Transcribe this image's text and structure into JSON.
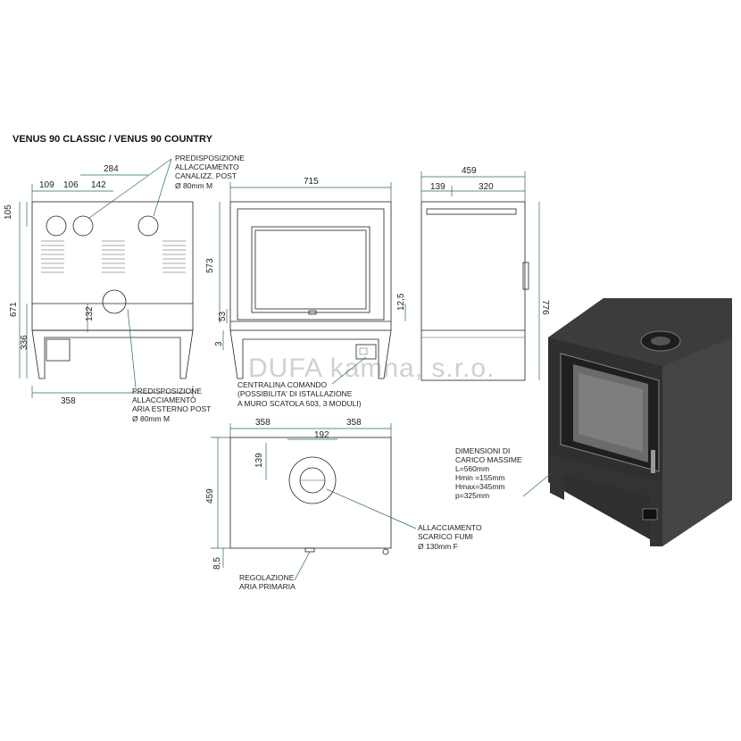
{
  "title": "VENUS 90 CLASSIC / VENUS 90 COUNTRY",
  "watermark": "DUFA kamna, s.r.o.",
  "colors": {
    "line": "#222222",
    "dimension": "#2c6a55",
    "stove_body": "#3a3a3a",
    "glass": "#6b6b6b"
  },
  "back_view": {
    "dims": {
      "d109": "109",
      "d106": "106",
      "d142": "142",
      "d284": "284",
      "d105": "105",
      "d671": "671",
      "d336": "336",
      "d132": "132",
      "d358": "358"
    },
    "note_top": [
      "PREDISPOSIZIONE",
      "ALLACCIAMENTO",
      "CANALIZZ. POST",
      "Ø 80mm M"
    ],
    "note_bottom": [
      "PREDISPOSIZIONE",
      "ALLACCIAMENTO",
      "ARIA ESTERNO POST",
      "Ø 80mm M"
    ]
  },
  "front_view": {
    "dims": {
      "d715": "715",
      "d573": "573",
      "d53": "53",
      "d3": "3",
      "d12_5": "12,5"
    },
    "note": [
      "CENTRALINA COMANDO",
      "(POSSIBILITA' DI ISTALLAZIONE",
      "A MURO SCATOLA 503, 3 MODULI)"
    ]
  },
  "side_view": {
    "dims": {
      "d459": "459",
      "d139": "139",
      "d320": "320",
      "d776": "776"
    }
  },
  "top_view": {
    "dims": {
      "d358a": "358",
      "d358b": "358",
      "d192": "192",
      "d139": "139",
      "d459": "459",
      "d8_5": "8,5"
    },
    "note_flue": [
      "ALLACCIAMENTO",
      "SCARICO FUMI",
      "Ø 130mm F"
    ],
    "note_air": [
      "REGOLAZIONE",
      "ARIA PRIMARIA"
    ]
  },
  "iso_view": {
    "note": [
      "DIMENSIONI DI",
      "CARICO MASSIME",
      "L=560mm",
      "Hmin =155mm",
      "Hmax=345mm",
      "p=325mm"
    ]
  }
}
